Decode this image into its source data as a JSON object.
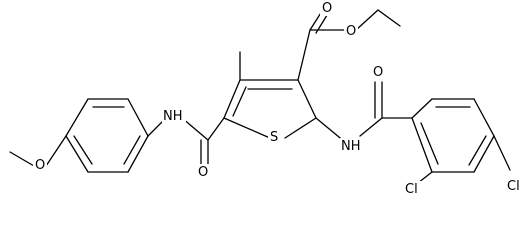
{
  "labels": {
    "ester_o_carbonyl": "O",
    "ester_o_ether": "O",
    "amide_right_o": "O",
    "amide_right_nh": "NH",
    "amide_left_o": "O",
    "amide_left_nh": "NH",
    "ring_s": "S",
    "cl_ortho": "Cl",
    "cl_para": "Cl",
    "methoxy_o": "O"
  }
}
